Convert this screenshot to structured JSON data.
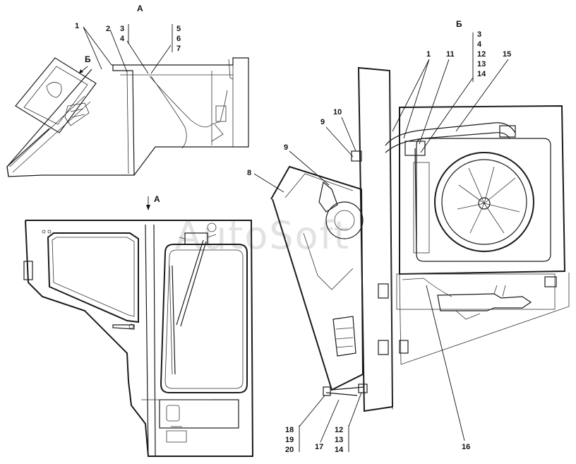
{
  "watermark": "AutoSoft",
  "views": {
    "view_a_title": "А",
    "view_a_arrow": "А",
    "view_b_title": "Б",
    "view_b_arrow": "Б"
  },
  "callouts": {
    "c1_left": "1",
    "c2": "2",
    "c3_4_left": [
      "3",
      "4"
    ],
    "c5_6_7": [
      "5",
      "6",
      "7"
    ],
    "c1_right": "1",
    "c11": "11",
    "c3_14_right": [
      "3",
      "4",
      "12",
      "13",
      "14"
    ],
    "c15": "15",
    "c10": "10",
    "c9_upper": "9",
    "c9_lower": "9",
    "c8": "8",
    "c16": "16",
    "c18_20": [
      "18",
      "19",
      "20"
    ],
    "c17": "17",
    "c12_14_bottom": [
      "12",
      "13",
      "14"
    ]
  }
}
